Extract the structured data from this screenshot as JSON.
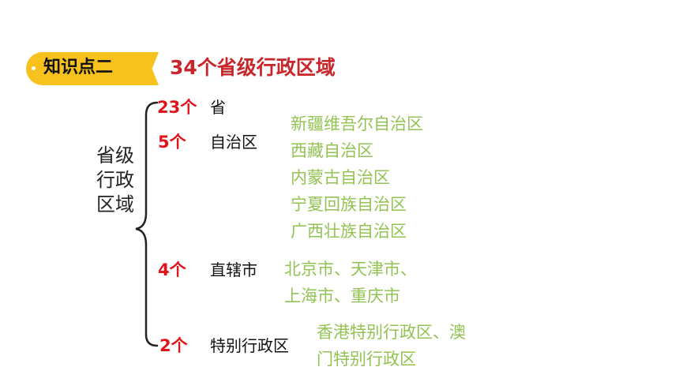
{
  "tag": {
    "label": "知识点二"
  },
  "heading": "34个省级行政区域",
  "side_label": [
    "省级",
    "行政",
    "区域"
  ],
  "groups": [
    {
      "count": "23个",
      "category": "省",
      "members": []
    },
    {
      "count": "5个",
      "category": "自治区",
      "members": [
        "新疆维吾尔自治区",
        "西藏自治区",
        "内蒙古自治区",
        "宁夏回族自治区",
        "广西壮族自治区"
      ]
    },
    {
      "count": "4个",
      "category": "直辖市",
      "members": [
        "北京市、天津市、",
        "上海市、重庆市"
      ]
    },
    {
      "count": "2个",
      "category": "特别行政区",
      "members": [
        "香港特别行政区、澳",
        "门特别行政区"
      ]
    }
  ],
  "colors": {
    "tag": "#f7c21e",
    "heading": "#c8262b",
    "count": "#e0141a",
    "members": "#92c353"
  }
}
